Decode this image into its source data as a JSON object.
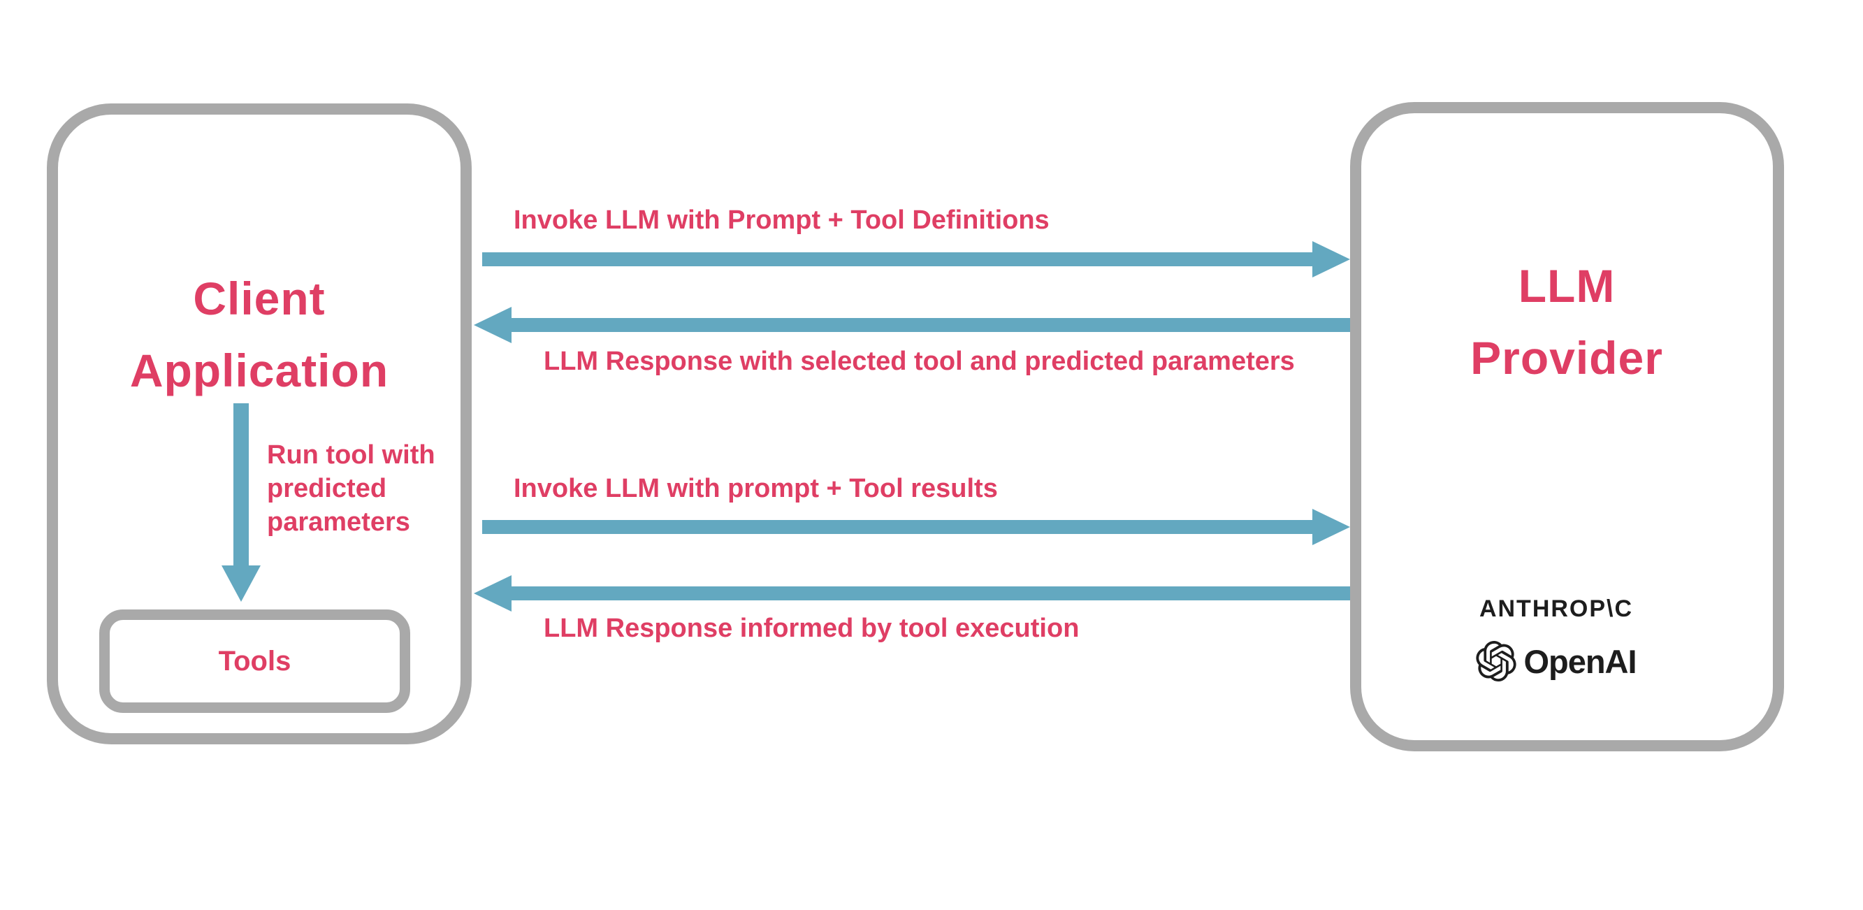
{
  "colors": {
    "pink": "#df3e64",
    "blue": "#63a8c0",
    "gray": "#a9a9a9",
    "dark": "#1d1d1d",
    "background": "#ffffff"
  },
  "client": {
    "title": "Client Application",
    "tools_label": "Tools"
  },
  "llm": {
    "title": "LLM Provider",
    "providers": [
      {
        "name": "ANTHROP\\C",
        "icon": "anthropic-wordmark"
      },
      {
        "name": "OpenAI",
        "icon": "openai-logo"
      }
    ]
  },
  "arrows": [
    {
      "id": "invoke-with-definitions",
      "direction": "right",
      "label": "Invoke LLM with Prompt + Tool Definitions"
    },
    {
      "id": "response-selected-tool",
      "direction": "left",
      "label": "LLM Response with selected tool and predicted parameters"
    },
    {
      "id": "invoke-with-results",
      "direction": "right",
      "label": "Invoke LLM with prompt + Tool results"
    },
    {
      "id": "response-informed",
      "direction": "left",
      "label": "LLM Response informed by tool execution"
    },
    {
      "id": "run-tool",
      "direction": "down",
      "label_lines": [
        "Run tool with",
        "predicted",
        "parameters"
      ]
    }
  ]
}
